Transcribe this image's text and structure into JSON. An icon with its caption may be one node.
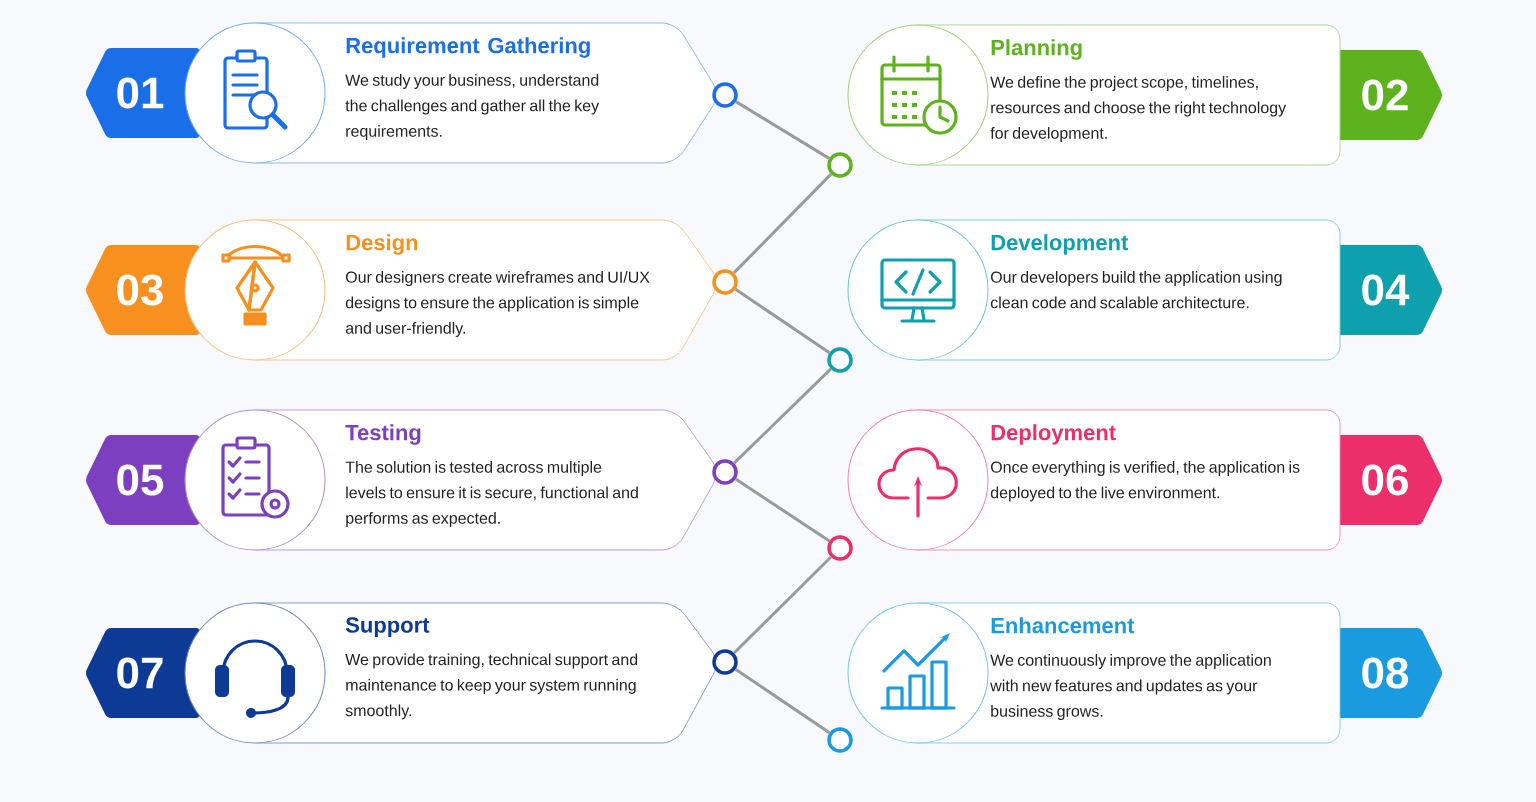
{
  "diagram": {
    "nodes": [
      {
        "text": [
          "01"
        ]
      },
      {
        "text": [
          "Requirement Gathering",
          "We study your business, understand the challenges and gather all the key requirements."
        ]
      },
      {
        "text": [
          "02"
        ]
      },
      {
        "text": [
          "Planning",
          "We define the project scope, timelines, resources and choose the right technology for development."
        ]
      },
      {
        "text": [
          "03"
        ]
      },
      {
        "text": [
          "Design",
          "Our designers create wireframes and UI/UX designs to ensure the application is simple and user-friendly."
        ]
      },
      {
        "text": [
          "04"
        ]
      },
      {
        "text": [
          "Development",
          "Our developers build the application using clean code and scalable architecture."
        ]
      },
      {
        "text": [
          "05"
        ]
      },
      {
        "text": [
          "Testing",
          "The solution is tested across multiple levels to ensure it is secure, functional and performs as expected."
        ]
      },
      {
        "text": [
          "06"
        ]
      },
      {
        "text": [
          "Deployment",
          "Once everything is verified, the application is deployed to the live environment."
        ]
      },
      {
        "text": [
          "07"
        ]
      },
      {
        "text": [
          "Support",
          "We provide training, technical support and maintenance to keep your system running smoothly."
        ]
      },
      {
        "text": [
          "08"
        ]
      },
      {
        "text": [
          "Enhancement",
          "We continuously improve the application with new features and updates as your business grows."
        ]
      },
      {
        "text": [],
        "shape": "circle"
      },
      {
        "text": [],
        "shape": "circle"
      },
      {
        "text": [],
        "shape": "circle"
      },
      {
        "text": [],
        "shape": "circle"
      },
      {
        "text": [],
        "shape": "circle"
      },
      {
        "text": [],
        "shape": "circle"
      },
      {
        "text": [],
        "shape": "circle"
      },
      {
        "text": [],
        "shape": "circle"
      }
    ],
    "edges": [
      {
        "from": 16,
        "to": 17,
        "arrow": "none"
      },
      {
        "from": 17,
        "to": 18,
        "arrow": "none"
      },
      {
        "from": 18,
        "to": 19,
        "arrow": "none"
      },
      {
        "from": 19,
        "to": 20,
        "arrow": "none"
      },
      {
        "from": 20,
        "to": 21,
        "arrow": "none"
      },
      {
        "from": 21,
        "to": 22,
        "arrow": "none"
      },
      {
        "from": 22,
        "to": 23,
        "arrow": "none"
      }
    ]
  }
}
